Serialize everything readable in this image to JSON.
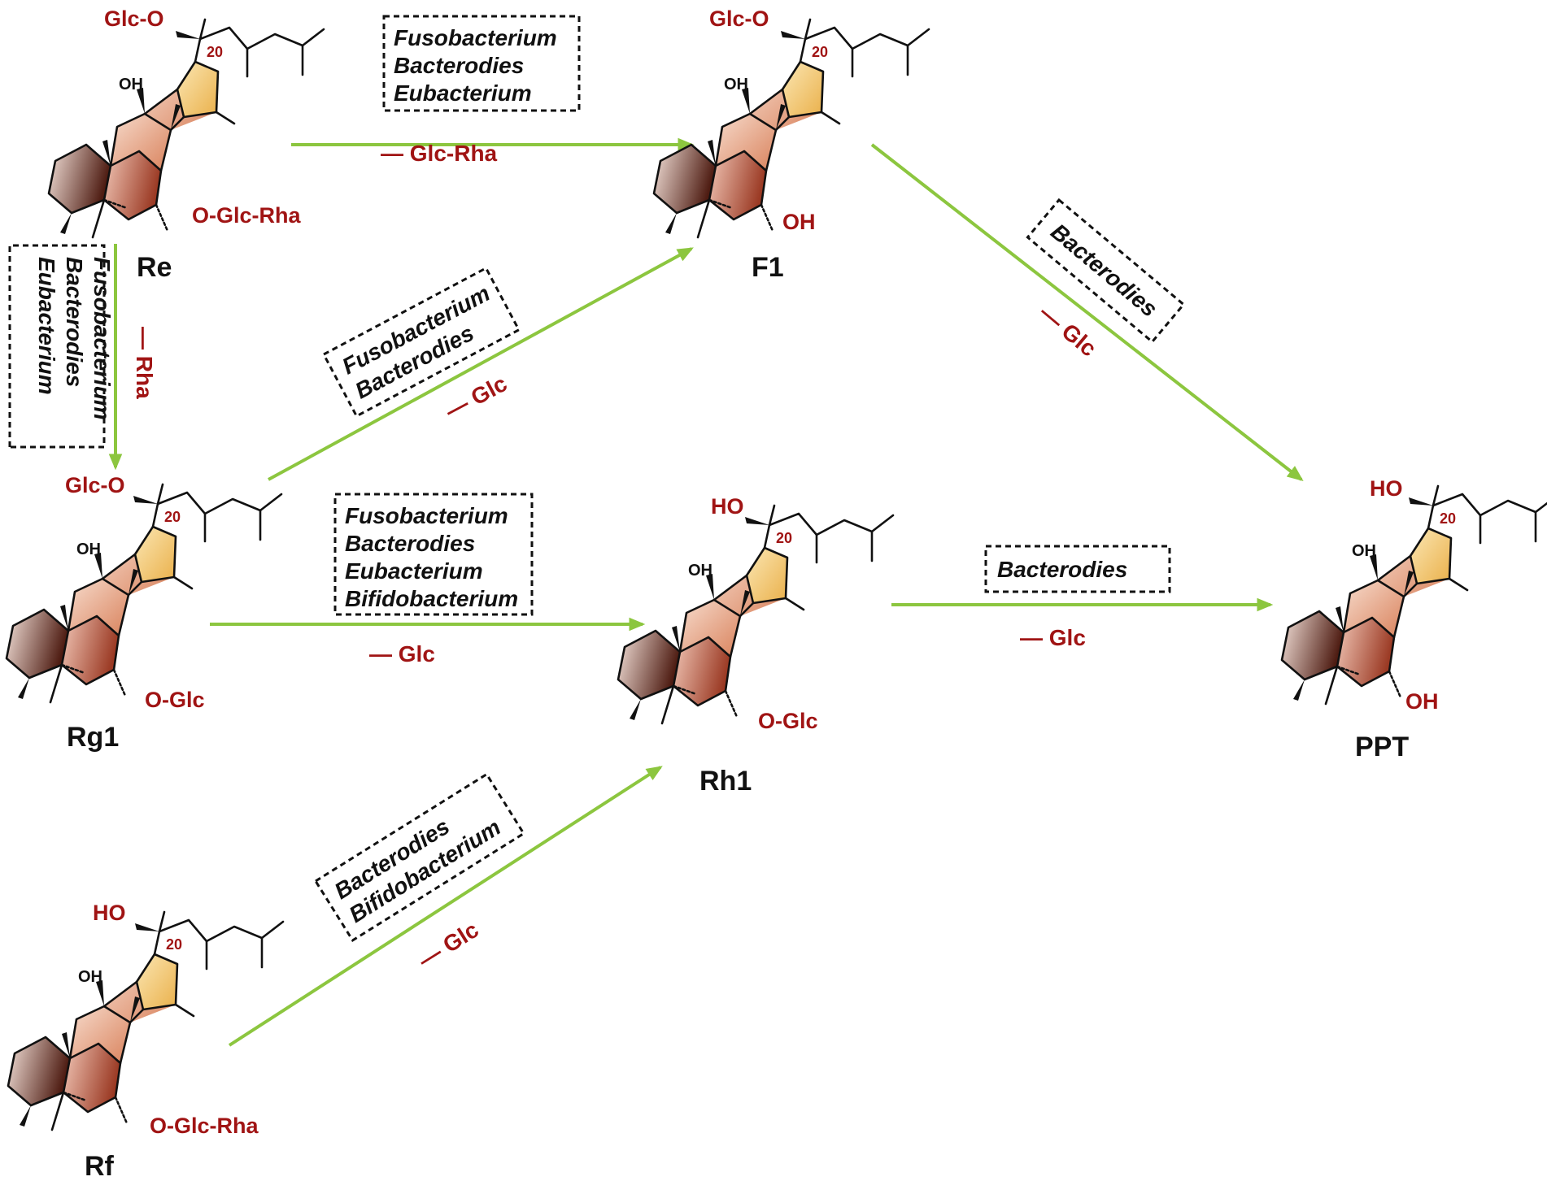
{
  "colors": {
    "arrow": "#8cc63f",
    "substituent_text": "#a01414",
    "ring_a_dark": "#4e1c12",
    "ring_b": "#b45034",
    "ring_c": "#e7a382",
    "ring_d": "#f2c55c"
  },
  "molecules": {
    "re": {
      "name": "Re",
      "c20_group": "Glc-O",
      "c6_group": "O-Glc-Rha",
      "c20_label": "20",
      "c12_label": "OH"
    },
    "f1": {
      "name": "F1",
      "c20_group": "Glc-O",
      "c6_group": "OH",
      "c20_label": "20",
      "c12_label": "OH"
    },
    "rg1": {
      "name": "Rg1",
      "c20_group": "Glc-O",
      "c6_group": "O-Glc",
      "c20_label": "20",
      "c12_label": "OH"
    },
    "rh1": {
      "name": "Rh1",
      "c20_group": "HO",
      "c6_group": "O-Glc",
      "c20_label": "20",
      "c12_label": "OH"
    },
    "ppt": {
      "name": "PPT",
      "c20_group": "HO",
      "c6_group": "OH",
      "c20_label": "20",
      "c12_label": "OH"
    },
    "rf": {
      "name": "Rf",
      "c20_group": "HO",
      "c6_group": "O-Glc-Rha",
      "c20_label": "20",
      "c12_label": "OH"
    }
  },
  "transformations": {
    "re_to_f1": {
      "bacteria": [
        "Fusobacterium",
        "Bacterodies",
        "Eubacterium"
      ],
      "loss": "— Glc-Rha"
    },
    "re_to_rg1": {
      "bacteria": [
        "Fusobacterium",
        "Bacterodies",
        "Eubacterium"
      ],
      "loss": "— Rha"
    },
    "rg1_to_f1": {
      "bacteria": [
        "Fusobacterium",
        "Bacterodies"
      ],
      "loss": "— Glc"
    },
    "rg1_to_rh1": {
      "bacteria": [
        "Fusobacterium",
        "Bacterodies",
        "Eubacterium",
        "Bifidobacterium"
      ],
      "loss": "— Glc"
    },
    "f1_to_ppt": {
      "bacteria": [
        "Bacterodies"
      ],
      "loss": "— Glc"
    },
    "rh1_to_ppt": {
      "bacteria": [
        "Bacterodies"
      ],
      "loss": "— Glc"
    },
    "rf_to_rh1": {
      "bacteria": [
        "Bacterodies",
        "Bifidobacterium"
      ],
      "loss": "— Glc"
    }
  }
}
